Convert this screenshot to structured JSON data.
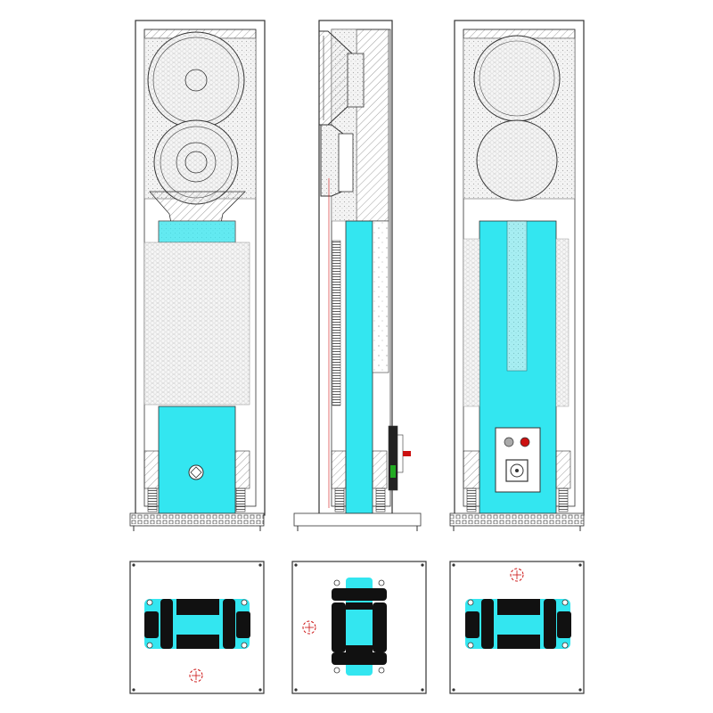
{
  "colors": {
    "accent": "#33e6f0",
    "line": "#333333",
    "hatch": "#888888",
    "terminal_red": "#cc1111",
    "terminal_green": "#22aa22",
    "background": "#ffffff"
  },
  "views": [
    "front-view",
    "side-view",
    "rear-view"
  ],
  "plates": [
    "front-base-plate",
    "side-base-plate",
    "rear-base-plate"
  ],
  "icons": [
    "speaker-driver-icon",
    "bass-reflex-port-icon",
    "terminal-plate-icon",
    "spike-icon",
    "center-mark-icon"
  ]
}
